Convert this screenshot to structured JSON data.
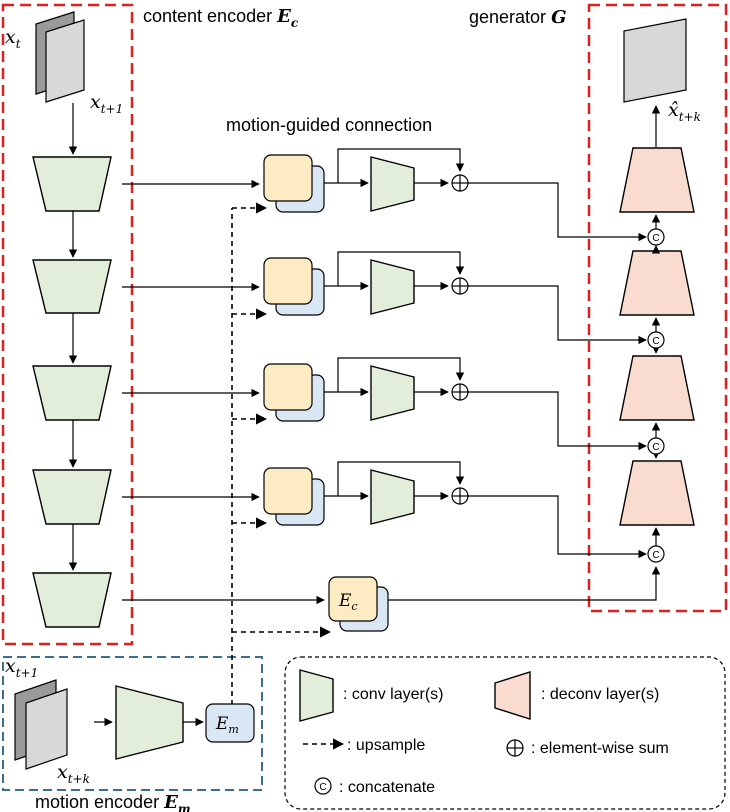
{
  "labels": {
    "content_encoder": "content encoder",
    "content_encoder_symbol": "E",
    "content_encoder_sub": "c",
    "generator": "generator",
    "generator_symbol": "G",
    "motion_guided": "motion-guided connection",
    "motion_encoder": "motion encoder",
    "motion_encoder_symbol": "E",
    "motion_encoder_sub": "m",
    "ec_block_symbol": "E",
    "ec_block_sub": "c",
    "em_block_symbol": "E",
    "em_block_sub": "m"
  },
  "frames": {
    "x_t": "x",
    "x_t_sub": "t",
    "x_t1": "x",
    "x_t1_sub": "t+1",
    "xhat": "x̂",
    "xhat_sub": "t+k",
    "me_x_t1": "x",
    "me_x_t1_sub": "t+1",
    "me_x_tk": "x",
    "me_x_tk_sub": "t+k"
  },
  "legend": {
    "conv": ": conv layer(s)",
    "deconv": ": deconv layer(s)",
    "upsample": ": upsample",
    "sum": ": element-wise sum",
    "concat": ": concatenate",
    "concat_symbol": "C"
  },
  "colors": {
    "conv_fill": "#e2eed9",
    "deconv_fill": "#f9dccf",
    "feature_front": "#fdebc4",
    "feature_back": "#d9e6f3",
    "frame_front": "#d8d8d8",
    "frame_back": "#9a9a9a",
    "red_box": "#e02020",
    "blue_box": "#3d6d8f"
  }
}
